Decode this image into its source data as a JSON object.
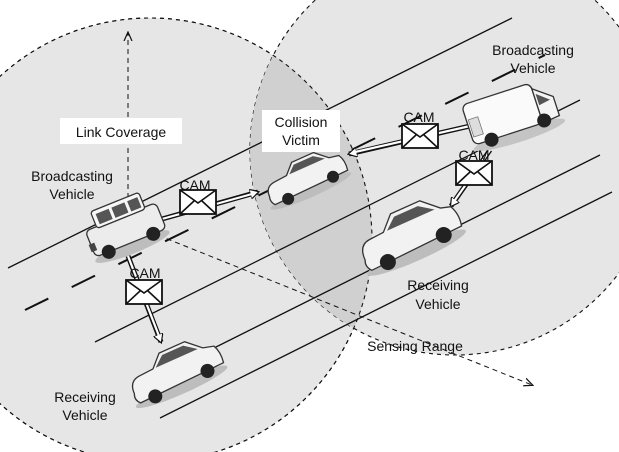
{
  "labels": {
    "link_coverage": "Link Coverage",
    "collision_victim_line1": "Collision",
    "collision_victim_line2": "Victim",
    "broadcasting_left_line1": "Broadcasting",
    "broadcasting_left_line2": "Vehicle",
    "broadcasting_right_line1": "Broadcasting",
    "broadcasting_right_line2": "Vehicle",
    "receiving_right_line1": "Receiving",
    "receiving_right_line2": "Vehicle",
    "receiving_bottom_line1": "Receiving",
    "receiving_bottom_line2": "Vehicle",
    "sensing_range": "Sensing Range",
    "cam": "CAM"
  },
  "colors": {
    "coverage_fill": "#e6e6e6",
    "overlap_fill": "#d0d0d0",
    "road_line": "#111111",
    "envelope_fill": "#ffffff",
    "van_body": "#fafafa",
    "car_body": "#f2f2f2"
  },
  "icons": [
    "envelope-icon",
    "suv-icon",
    "van-icon",
    "car-icon",
    "arrow-icon"
  ]
}
